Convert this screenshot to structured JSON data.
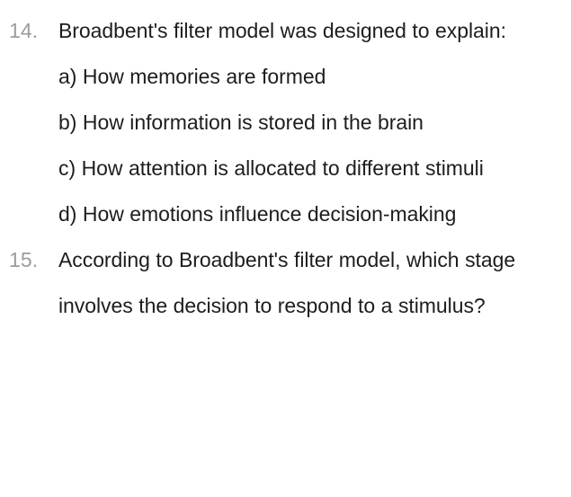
{
  "document": {
    "type": "quiz-question-list",
    "background_color": "#ffffff",
    "text_color": "#1d1d1d",
    "marker_color": "#9c9c9c",
    "questions": [
      {
        "number": "14.",
        "stem": "Broadbent's filter model was designed to explain:",
        "options": [
          "a) How memories are formed",
          "b) How information is stored in the brain",
          "c) How attention is allocated to different stimuli",
          "d) How emotions influence decision-making"
        ]
      },
      {
        "number": "15.",
        "stem": "According to Broadbent's filter model, which stage involves the decision to respond to a stimulus?",
        "options": []
      }
    ]
  }
}
